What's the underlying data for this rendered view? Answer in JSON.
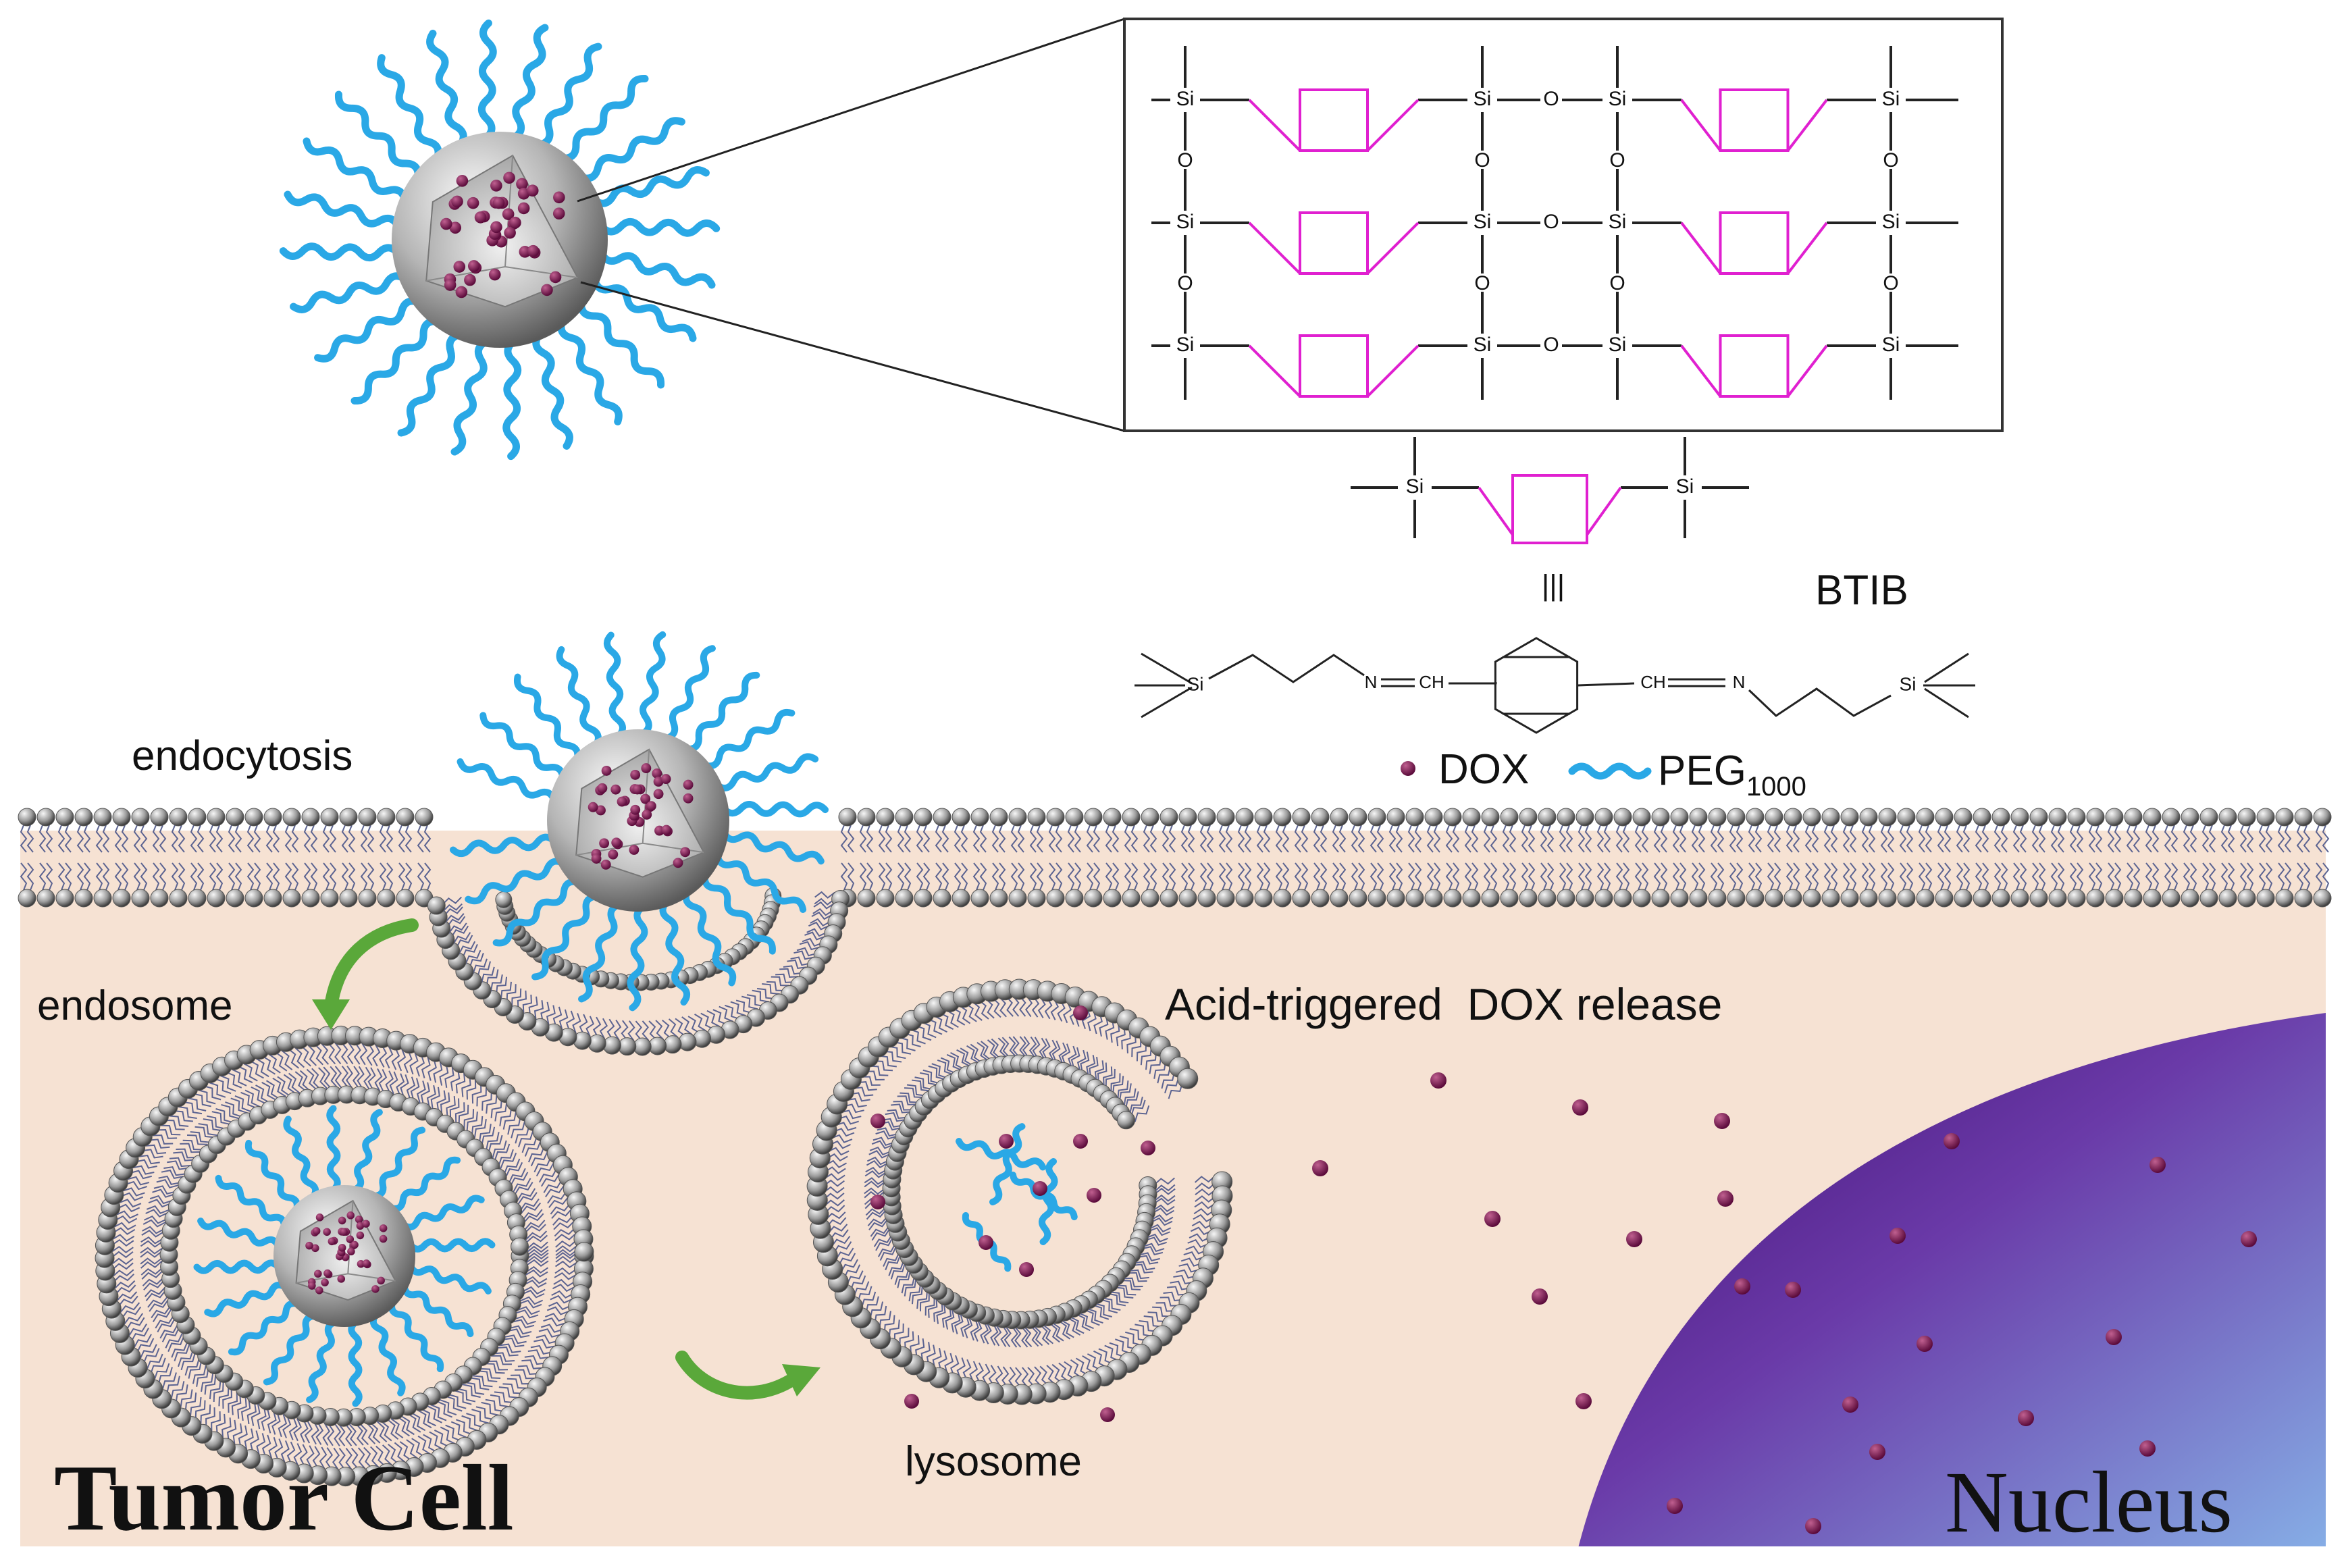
{
  "labels": {
    "endocytosis": "endocytosis",
    "endosome": "endosome",
    "lysosome": "lysosome",
    "acid_release": "Acid-triggered  DOX release",
    "tumor_cell": "Tumor Cell",
    "nucleus": "Nucleus",
    "btib": "BTIB",
    "dox": "DOX",
    "peg": "PEG",
    "peg_subscript": "1000"
  },
  "chem": {
    "si": "Si",
    "o": "O",
    "n": "N",
    "ch": "CH",
    "equivalence": "|||"
  },
  "colors": {
    "cytoplasm": "#f6e2d3",
    "peg": "#2aa8e6",
    "dox": "#7a1550",
    "linker": "#e020d0",
    "arrow": "#5aa83a",
    "nucleus_dark": "#4a1479",
    "nucleus_light": "#7b9be0",
    "lipid_head": "#8f8f8f"
  },
  "icons": [
    "nanoparticle-icon",
    "dox-dot-icon",
    "peg-wave-icon",
    "curved-arrow-icon",
    "lipid-bilayer-icon"
  ]
}
